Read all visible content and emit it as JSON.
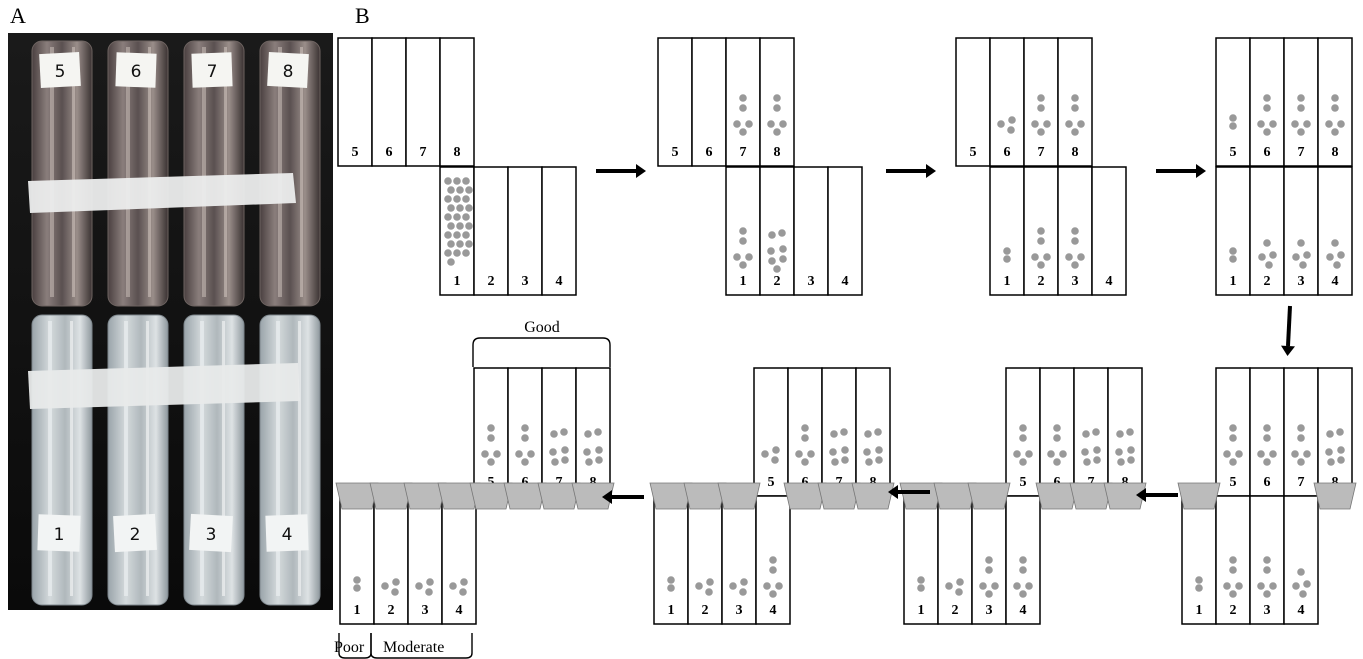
{
  "panels": {
    "a": "A",
    "b": "B"
  },
  "photo": {
    "tube_labels_top": [
      "5",
      "6",
      "7",
      "8"
    ],
    "tube_labels_bottom": [
      "1",
      "2",
      "3",
      "4"
    ]
  },
  "diagram": {
    "tube_numbers_top": [
      "5",
      "6",
      "7",
      "8"
    ],
    "tube_numbers_bottom": [
      "1",
      "2",
      "3",
      "4"
    ],
    "steps": [
      {
        "top": [
          0,
          0,
          0,
          0
        ],
        "bottom": [
          28,
          0,
          0,
          0
        ],
        "stoppers": "none"
      },
      {
        "top": [
          0,
          0,
          5,
          5
        ],
        "bottom": [
          5,
          7,
          0,
          0
        ],
        "stoppers": "none"
      },
      {
        "top": [
          0,
          3,
          5,
          5
        ],
        "bottom": [
          2,
          5,
          5,
          0
        ],
        "stoppers": "none"
      },
      {
        "top": [
          2,
          5,
          5,
          5
        ],
        "bottom": [
          2,
          4,
          4,
          4
        ],
        "stoppers": "none"
      },
      {
        "top": [
          5,
          5,
          5,
          6
        ],
        "bottom": [
          2,
          5,
          5,
          4
        ],
        "stoppers": "partial"
      },
      {
        "top": [
          5,
          5,
          6,
          6
        ],
        "bottom": [
          2,
          3,
          5,
          5
        ],
        "stoppers": "partial"
      },
      {
        "top": [
          3,
          5,
          6,
          6
        ],
        "bottom": [
          2,
          3,
          3,
          5
        ],
        "stoppers": "partial"
      },
      {
        "top": [
          5,
          5,
          6,
          6
        ],
        "bottom": [
          2,
          3,
          3,
          3
        ],
        "stoppers": "full"
      }
    ],
    "brackets": {
      "good": "Good",
      "poor": "Poor",
      "moderate": "Moderate"
    },
    "colors": {
      "bead": "#999999",
      "stopper": "#bbbbbb",
      "line": "#000000"
    }
  }
}
